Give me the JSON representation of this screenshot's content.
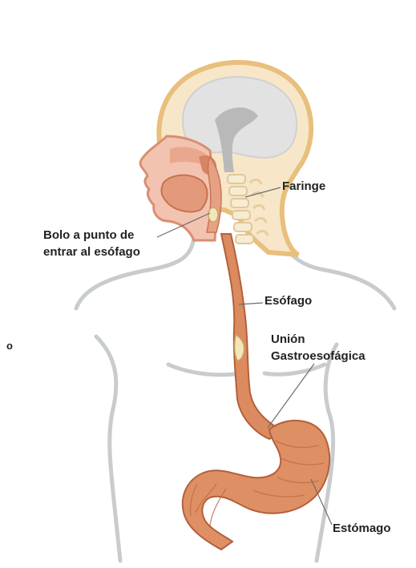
{
  "labels": {
    "faringe": "Faringe",
    "bolo_line1": "Bolo a punto de",
    "bolo_line2": "entrar al esófago",
    "esofago": "Esófago",
    "union_line1": "Unión",
    "union_line2": "Gastroesofágica",
    "estomago": "Estómago",
    "edge_fragment": "o"
  },
  "colors": {
    "body_outline": "#c8ccce",
    "skull": "#f1d29a",
    "brain": "#e2e2e2",
    "flesh": "#f2c3b0",
    "organ": "#d9855a",
    "organ_dark": "#b3603a",
    "bolus": "#f3e6b8",
    "leader_line": "#6d6d6d"
  }
}
